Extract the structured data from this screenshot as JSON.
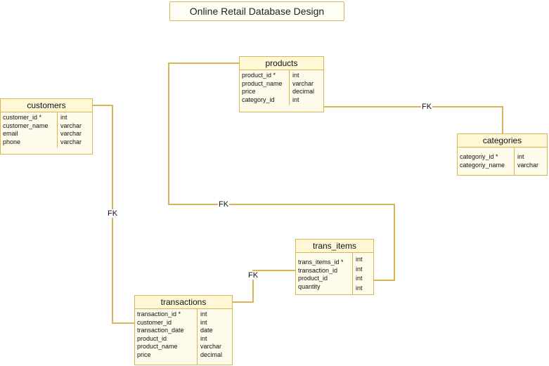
{
  "title": "Online Retail Database Design",
  "fk_label": "FK",
  "tables": {
    "products": {
      "name": "products",
      "columns": [
        {
          "name": "product_id *",
          "type": "int"
        },
        {
          "name": "product_name",
          "type": "varchar"
        },
        {
          "name": "price",
          "type": "decimal"
        },
        {
          "name": "category_id",
          "type": "int"
        }
      ]
    },
    "customers": {
      "name": "customers",
      "columns": [
        {
          "name": "customer_id *",
          "type": "int"
        },
        {
          "name": "customer_name",
          "type": "varchar"
        },
        {
          "name": "email",
          "type": "varchar"
        },
        {
          "name": "phone",
          "type": "varchar"
        }
      ]
    },
    "categories": {
      "name": "categories",
      "columns": [
        {
          "name": "categoriy_id *",
          "type": "int"
        },
        {
          "name": "categoriy_name",
          "type": "varchar"
        }
      ]
    },
    "trans_items": {
      "name": "trans_items",
      "columns": [
        {
          "name": "trans_items_id *",
          "type": "int"
        },
        {
          "name": "transaction_id",
          "type": "int"
        },
        {
          "name": "product_id",
          "type": "int"
        },
        {
          "name": "quantity",
          "type": "int"
        }
      ]
    },
    "transactions": {
      "name": "transactions",
      "columns": [
        {
          "name": "transaction_id *",
          "type": "int"
        },
        {
          "name": "customer_id",
          "type": "int"
        },
        {
          "name": "transaction_date",
          "type": "date"
        },
        {
          "name": "product_id",
          "type": "int"
        },
        {
          "name": "product_name",
          "type": "varchar"
        },
        {
          "name": "price",
          "type": "decimal"
        }
      ]
    }
  },
  "relationships": [
    {
      "from": "products",
      "to": "categories",
      "label": "FK"
    },
    {
      "from": "products",
      "to": "trans_items",
      "label": "FK"
    },
    {
      "from": "customers",
      "to": "transactions",
      "label": "FK"
    },
    {
      "from": "transactions",
      "to": "trans_items",
      "label": "FK"
    }
  ]
}
